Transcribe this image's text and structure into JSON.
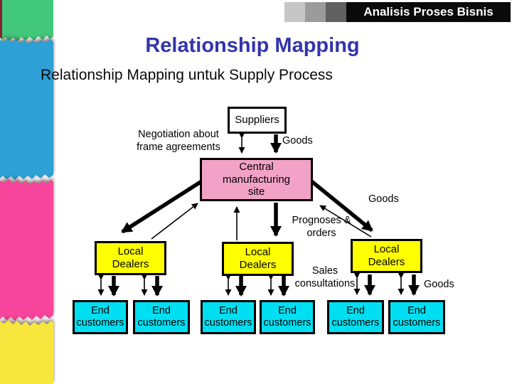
{
  "header": {
    "badge": "Analisis Proses Bisnis"
  },
  "title": "Relationship Mapping",
  "subtitle": "Relationship Mapping untuk Supply Process",
  "colors": {
    "title_blue": "#3434ac",
    "badge_bg": "#0a0a0a",
    "box_pink": "#f2a2c6",
    "box_yellow": "#ffff00",
    "box_cyan": "#00dff2",
    "sidebar_green": "#42c87a",
    "sidebar_blue": "#2da0d5",
    "sidebar_pink": "#f6459b",
    "sidebar_yellow": "#f7e63e"
  },
  "diagram": {
    "boxes": {
      "suppliers": "Suppliers",
      "central": "Central\nmanufacturing\nsite",
      "dealer": "Local\nDealers",
      "end_customer": "End\ncustomers"
    },
    "labels": {
      "negotiation": "Negotiation about\nframe agreements",
      "goods_top": "Goods",
      "goods_right": "Goods",
      "prognoses": "Prognoses &\norders",
      "sales": "Sales\nconsultations",
      "goods_bottom": "Goods"
    }
  }
}
